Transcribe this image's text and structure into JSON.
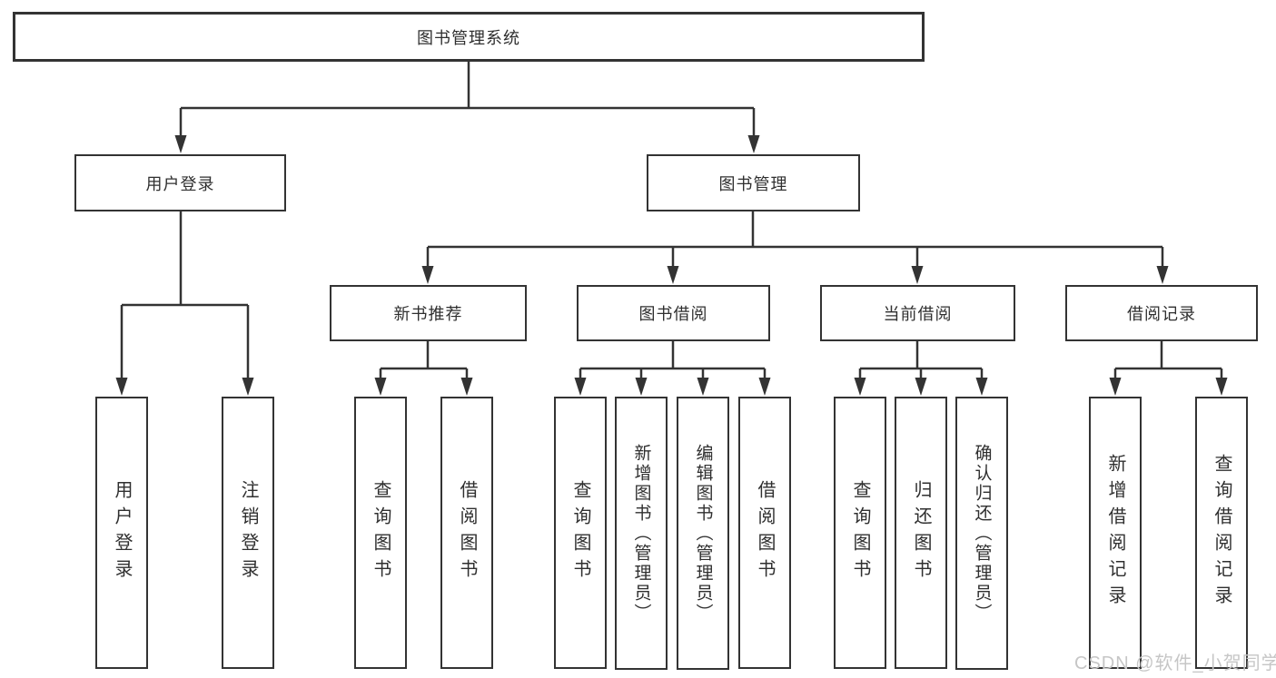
{
  "diagram": {
    "root": {
      "label": "图书管理系统"
    },
    "level2": [
      {
        "label": "用户登录"
      },
      {
        "label": "图书管理"
      }
    ],
    "level3": [
      {
        "label": "新书推荐"
      },
      {
        "label": "图书借阅"
      },
      {
        "label": "当前借阅"
      },
      {
        "label": "借阅记录"
      }
    ],
    "leaves": [
      "用户登录",
      "注销登录",
      "查询图书",
      "借阅图书",
      "查询图书",
      "新增图书（管理员）",
      "编辑图书（管理员）",
      "借阅图书",
      "查询图书",
      "归还图书",
      "确认归还（管理员）",
      "新增借阅记录",
      "查询借阅记录"
    ]
  },
  "watermark": {
    "text": "CSDN @软件_小贺同学"
  },
  "colors": {
    "line": "#333333",
    "text": "#2f2f2f",
    "watermark": "#c6c6c6",
    "background": "#ffffff"
  }
}
